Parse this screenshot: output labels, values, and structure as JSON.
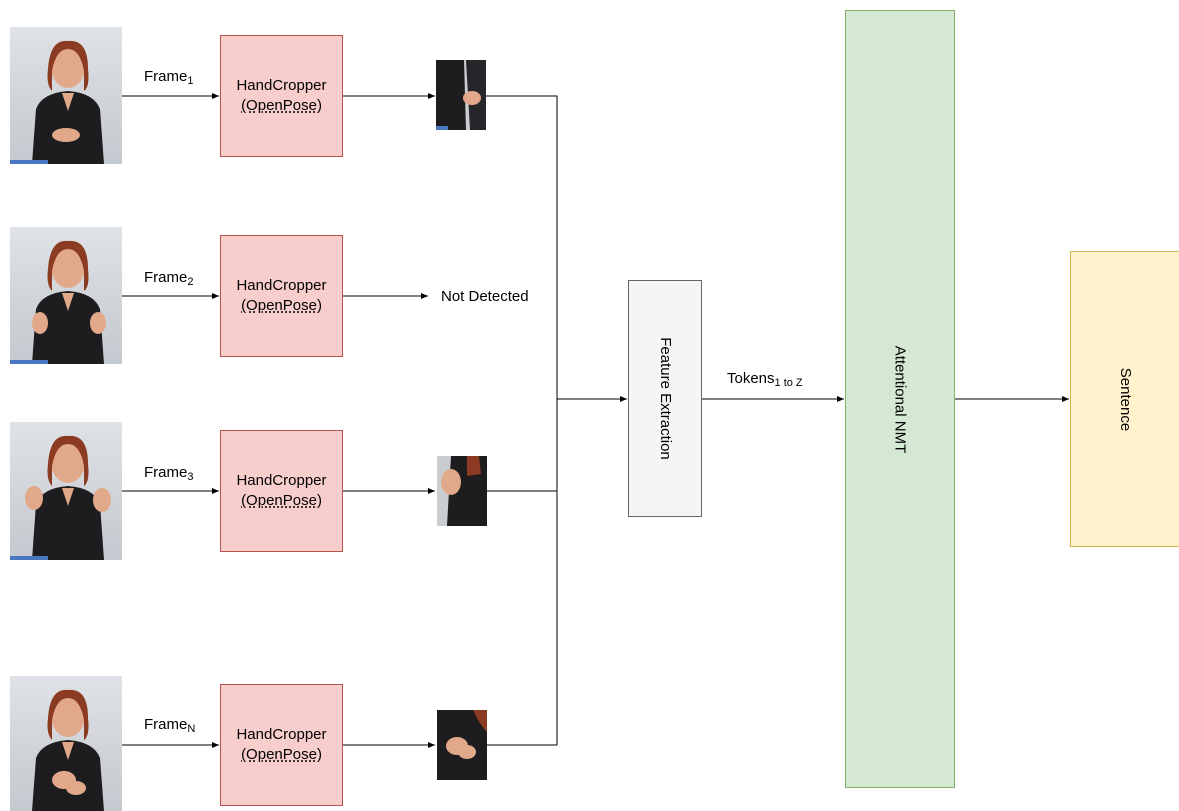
{
  "frames": [
    {
      "label_main": "Frame",
      "label_sub": "1",
      "box_line1": "HandCropper",
      "box_line2": "(OpenPose)",
      "output": "crop"
    },
    {
      "label_main": "Frame",
      "label_sub": "2",
      "box_line1": "HandCropper",
      "box_line2": "(OpenPose)",
      "output": "text",
      "output_text": "Not Detected"
    },
    {
      "label_main": "Frame",
      "label_sub": "3",
      "box_line1": "HandCropper",
      "box_line2": "(OpenPose)",
      "output": "crop"
    },
    {
      "label_main": "Frame",
      "label_sub": "N",
      "box_line1": "HandCropper",
      "box_line2": "(OpenPose)",
      "output": "crop"
    }
  ],
  "feature_extraction": {
    "label": "Feature Extraction"
  },
  "tokens": {
    "label_main": "Tokens",
    "label_sub": "1 to Z"
  },
  "nmt": {
    "label": "Attentional NMT"
  },
  "sentence": {
    "label": "Sentence"
  },
  "colors": {
    "handcropper_fill": "#f8cecc",
    "handcropper_stroke": "#b85450",
    "feature_fill": "#f5f5f5",
    "feature_stroke": "#666666",
    "nmt_fill": "#d5e8d4",
    "nmt_stroke": "#82b366",
    "sentence_fill": "#fff2cc",
    "sentence_stroke": "#d6b656",
    "edge": "#000000"
  }
}
